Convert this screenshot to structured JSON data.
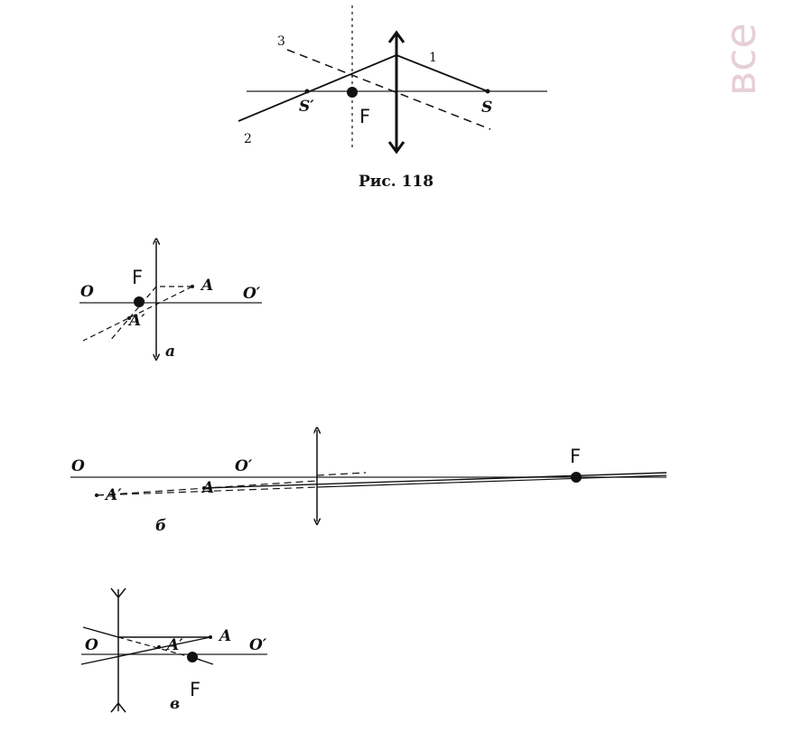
{
  "figure118": {
    "caption": "Рис. 118",
    "ray_labels": [
      "3",
      "1",
      "2"
    ],
    "point_labels": {
      "s_image": "S′",
      "s_source": "S",
      "focus": "F"
    }
  },
  "panel_a": {
    "axis_left": "O",
    "axis_right": "O′",
    "focus": "F",
    "object": "A",
    "image": "A′",
    "letter": "а"
  },
  "panel_b": {
    "axis_left": "O",
    "axis_right": "O′",
    "focus": "F",
    "object": "A",
    "image": "A′",
    "letter": "б"
  },
  "panel_v": {
    "axis_left": "O",
    "axis_right": "O′",
    "focus": "F",
    "object": "A",
    "image": "A′",
    "letter": "в"
  },
  "watermark": "все"
}
